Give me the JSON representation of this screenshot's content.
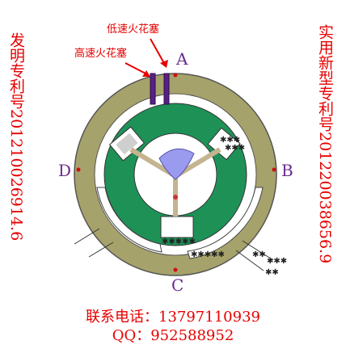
{
  "labels": {
    "low_speed_spark_plug": "低速火花塞",
    "high_speed_spark_plug": "高速火花塞"
  },
  "points": {
    "a": "A",
    "b": "B",
    "c": "C",
    "d": "D"
  },
  "side_text": {
    "left": "发明专利号201210026914.6",
    "right": "实用新型专利号201220038656.9"
  },
  "contact": {
    "phone": "联系电话：13797110939",
    "qq": "QQ：952588952"
  },
  "colors": {
    "housing": "#a6a26b",
    "rotor": "#1e9157",
    "center": "#9a9aee",
    "spark": "#5a1f86",
    "text": "#e60000",
    "marker": "#cc1111"
  }
}
